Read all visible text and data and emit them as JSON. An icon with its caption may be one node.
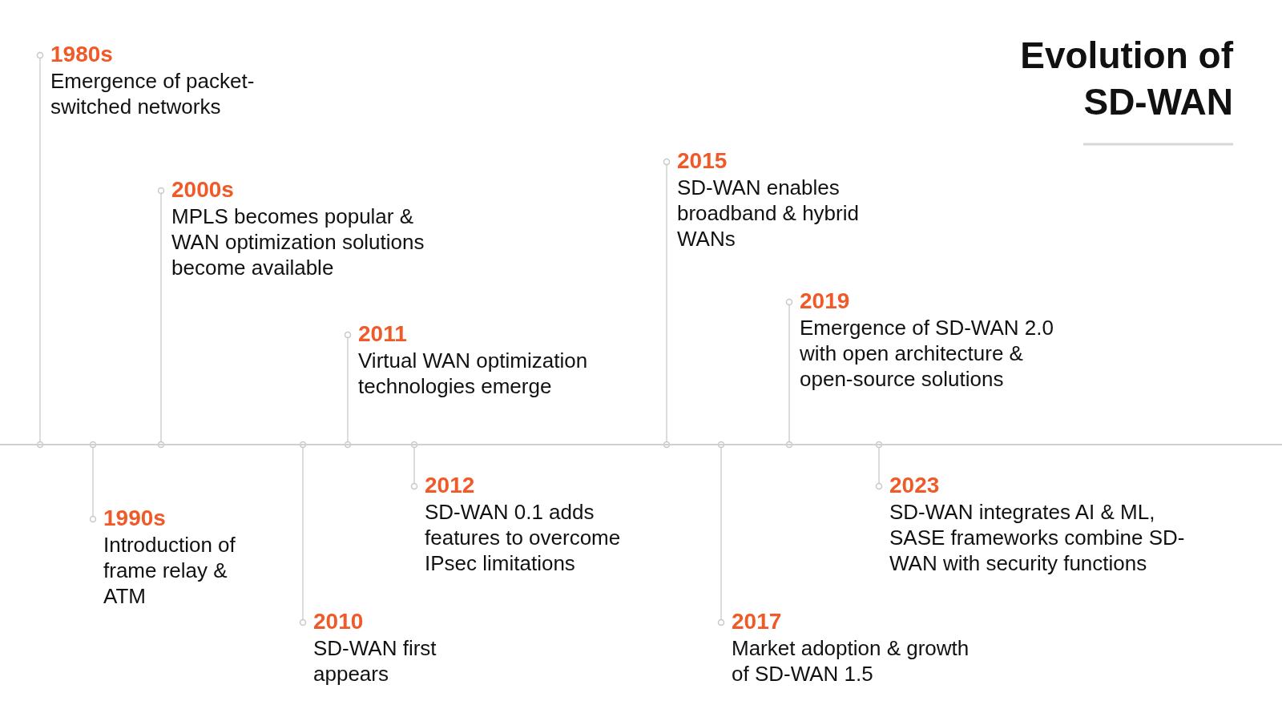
{
  "diagram": {
    "title": "Evolution of SD-WAN",
    "nodes": [
      {
        "text": [
          "1980s",
          "Emergence of packet-switched networks"
        ]
      },
      {
        "text": [
          "1990s",
          "Introduction of frame relay & ATM"
        ]
      },
      {
        "text": [
          "2000s",
          "MPLS becomes popular & WAN optimization solutions become available"
        ]
      },
      {
        "text": [
          "2010",
          "SD-WAN first appears"
        ]
      },
      {
        "text": [
          "2011",
          "Virtual WAN optimization technologies emerge"
        ]
      },
      {
        "text": [
          "2012",
          "SD-WAN 0.1 adds features to overcome IPsec limitations"
        ]
      },
      {
        "text": [
          "2015",
          "SD-WAN enables broadband & hybrid WANs"
        ]
      },
      {
        "text": [
          "2017",
          "Market adoption & growth of SD-WAN 1.5"
        ]
      },
      {
        "text": [
          "2019",
          "Emergence of SD-WAN 2.0 with open architecture & open-source solutions"
        ]
      },
      {
        "text": [
          "2023",
          "SD-WAN integrates AI & ML, SASE frameworks combine SD-WAN with security functions"
        ]
      },
      {
        "text": [],
        "shape": "bar"
      }
    ],
    "edges": [
      {
        "from": 0,
        "to": 10,
        "arrow": "other"
      },
      {
        "from": 1,
        "to": 10,
        "arrow": "other"
      },
      {
        "from": 2,
        "to": 10,
        "arrow": "other"
      },
      {
        "from": 3,
        "to": 10,
        "arrow": "other"
      },
      {
        "from": 4,
        "to": 10,
        "arrow": "other"
      },
      {
        "from": 5,
        "to": 10,
        "arrow": "other"
      },
      {
        "from": 6,
        "to": 10,
        "arrow": "other"
      },
      {
        "from": 7,
        "to": 10,
        "arrow": "other"
      },
      {
        "from": 8,
        "to": 10,
        "arrow": "other"
      },
      {
        "from": 9,
        "to": 10,
        "arrow": "other"
      }
    ]
  }
}
